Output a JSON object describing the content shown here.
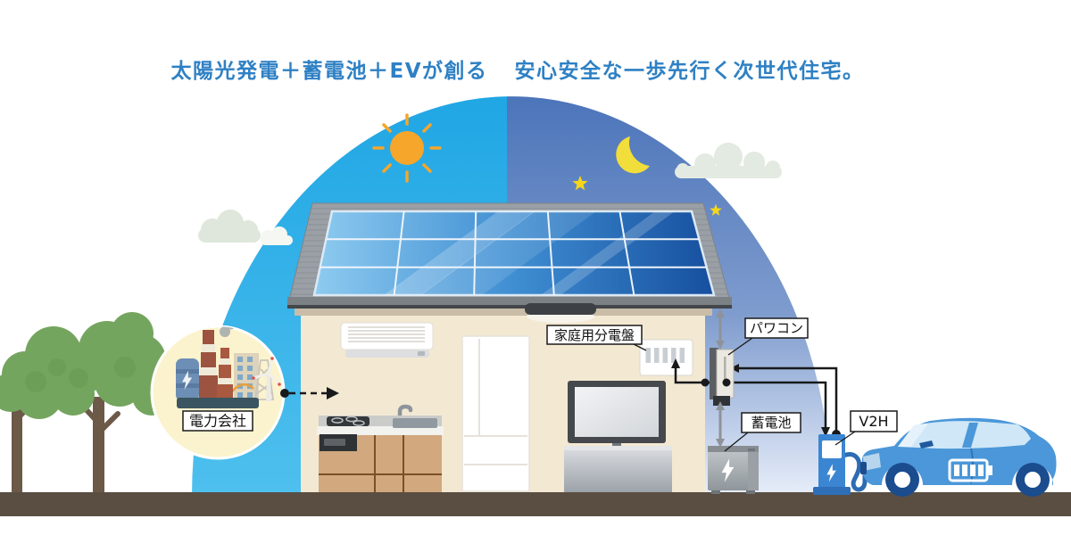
{
  "title": {
    "part1": "太陽光発電＋蓄電池＋EVが創る",
    "part2": "安心安全な一歩先行く次世代住宅。"
  },
  "labels": {
    "power_company": "電力会社",
    "distribution_board": "家庭用分電盤",
    "power_conditioner": "パワコン",
    "battery": "蓄電池",
    "v2h": "V2H"
  },
  "icons": {
    "sun": "sun-icon",
    "moon": "crescent-moon-icon",
    "stars": "star-icon",
    "clouds": "cloud-icon",
    "lightning": "lightning-bolt-icon",
    "ev_battery_gauge": "battery-gauge-icon"
  },
  "colors": {
    "title_text": "#2e80c4",
    "day_sky": "#29abe2",
    "night_sky_top": "#4a73b9",
    "night_sky_bottom": "#e9effa",
    "solar_panel_light": "#8ecbf0",
    "solar_panel_dark": "#164f9e",
    "house_wall": "#f3e8d2",
    "roof": "#9aa0a5",
    "ground": "#5a4e43",
    "tree_green": "#74a55e",
    "ev_car_blue": "#4b97d9",
    "v2h_station_blue": "#3b86d2",
    "sun_orange": "#f6a62a",
    "moon_yellow": "#f2de3b"
  }
}
